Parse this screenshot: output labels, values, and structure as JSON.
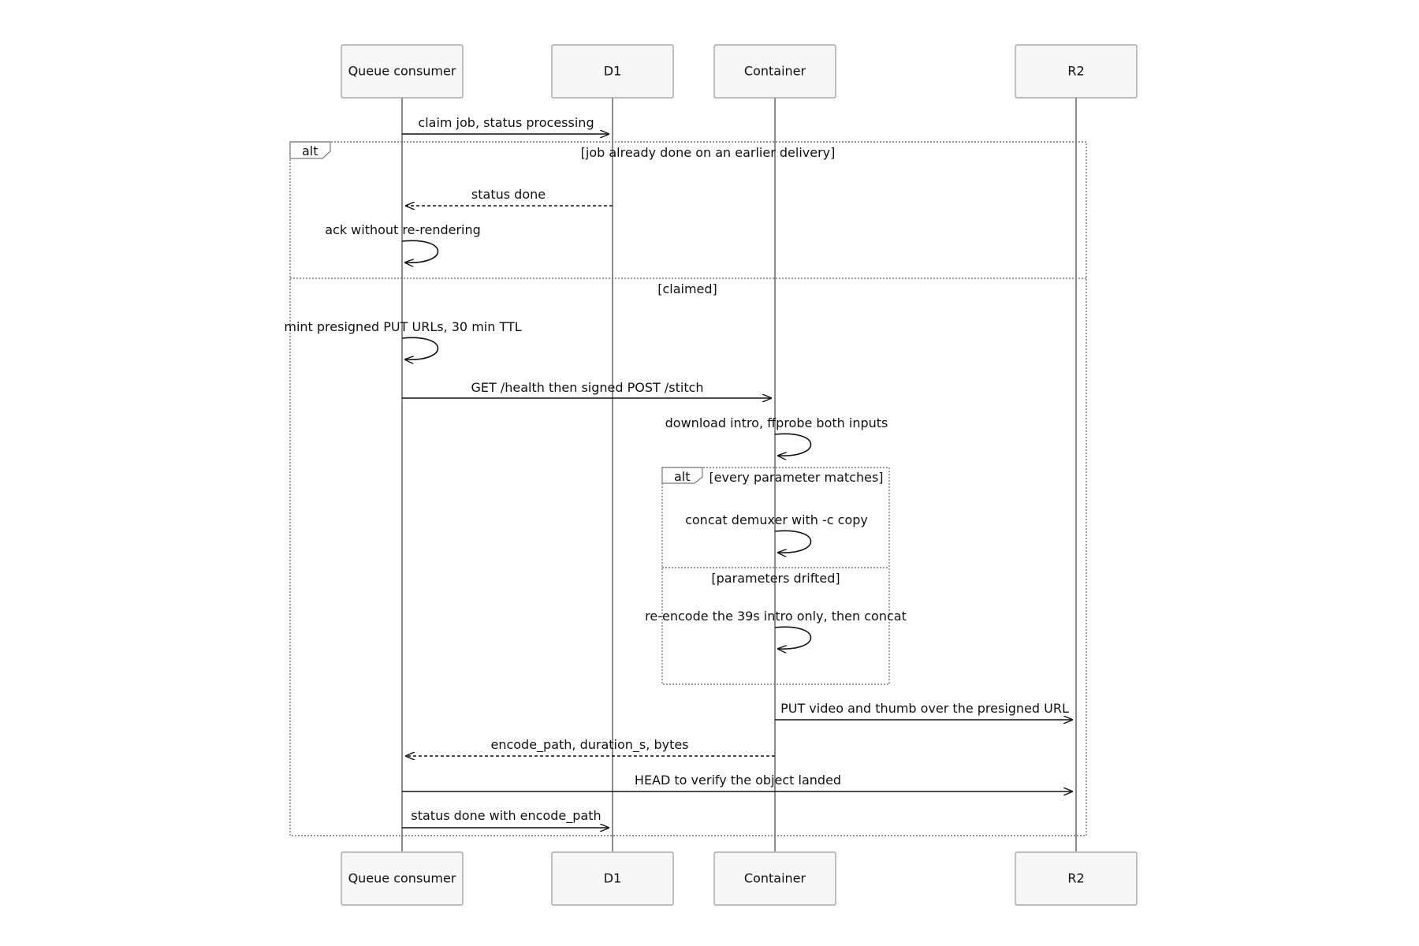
{
  "actors": [
    {
      "id": "qc",
      "label": "Queue consumer"
    },
    {
      "id": "d1",
      "label": "D1"
    },
    {
      "id": "ct",
      "label": "Container"
    },
    {
      "id": "r2",
      "label": "R2"
    }
  ],
  "frames": {
    "outer": {
      "keyword": "alt",
      "section1": "[job already done on an earlier delivery]",
      "section2": "[claimed]"
    },
    "inner": {
      "keyword": "alt",
      "section1": "[every parameter matches]",
      "section2": "[parameters drifted]"
    }
  },
  "messages": [
    {
      "from": "qc",
      "to": "d1",
      "label": "claim job, status processing",
      "style": "solid"
    },
    {
      "from": "d1",
      "to": "qc",
      "label": "status done",
      "style": "dashed"
    },
    {
      "from": "qc",
      "to": "qc",
      "label": "ack without re-rendering",
      "style": "self"
    },
    {
      "from": "qc",
      "to": "qc",
      "label": "mint presigned PUT URLs, 30 min TTL",
      "style": "self"
    },
    {
      "from": "qc",
      "to": "ct",
      "label": "GET /health then signed POST /stitch",
      "style": "solid"
    },
    {
      "from": "ct",
      "to": "ct",
      "label": "download intro, ffprobe both inputs",
      "style": "self"
    },
    {
      "from": "ct",
      "to": "ct",
      "label": "concat demuxer with -c copy",
      "style": "self"
    },
    {
      "from": "ct",
      "to": "ct",
      "label": "re-encode the 39s intro only, then concat",
      "style": "self"
    },
    {
      "from": "ct",
      "to": "r2",
      "label": "PUT video and thumb over the presigned URL",
      "style": "solid"
    },
    {
      "from": "ct",
      "to": "qc",
      "label": "encode_path, duration_s, bytes",
      "style": "dashed"
    },
    {
      "from": "qc",
      "to": "r2",
      "label": "HEAD to verify the object landed",
      "style": "solid"
    },
    {
      "from": "qc",
      "to": "d1",
      "label": "status done with encode_path",
      "style": "solid"
    }
  ]
}
